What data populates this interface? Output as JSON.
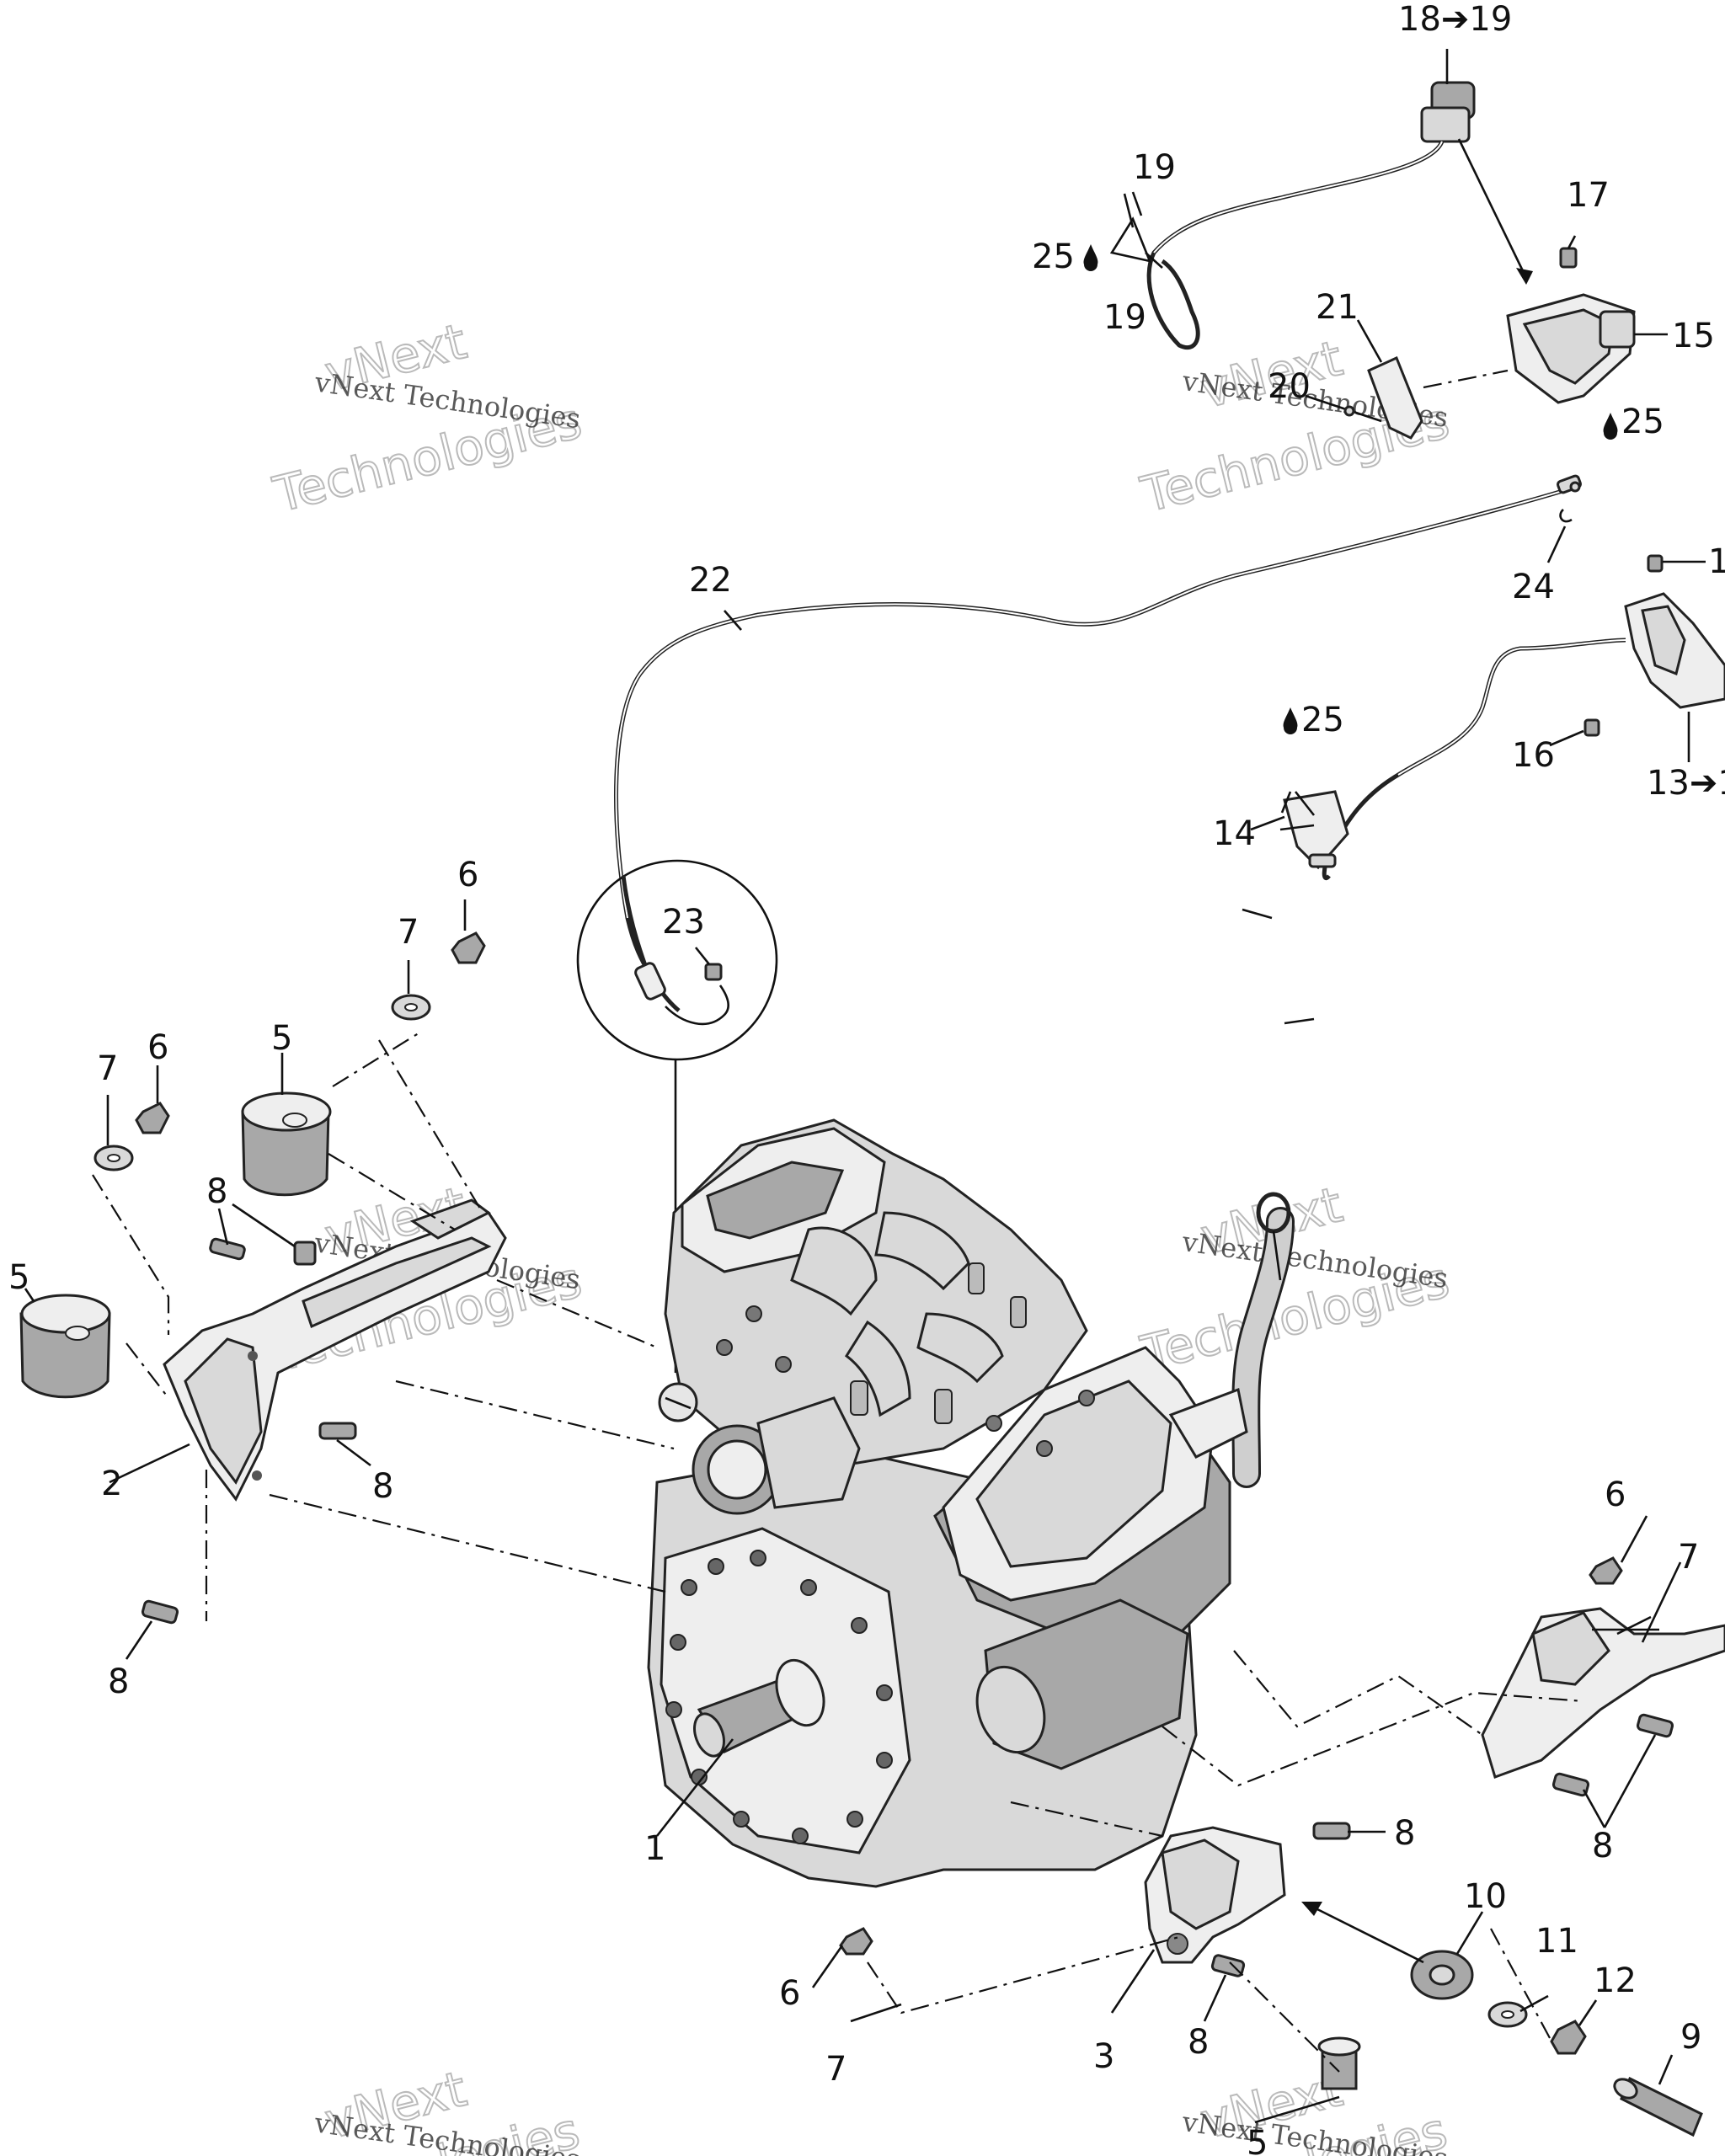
{
  "diagram": {
    "labels": [
      {
        "id": "1",
        "text": "1"
      },
      {
        "id": "2",
        "text": "2"
      },
      {
        "id": "3",
        "text": "3"
      },
      {
        "id": "5a",
        "text": "5"
      },
      {
        "id": "5b",
        "text": "5"
      },
      {
        "id": "5c",
        "text": "5"
      },
      {
        "id": "6a",
        "text": "6"
      },
      {
        "id": "6b",
        "text": "6"
      },
      {
        "id": "6c",
        "text": "6"
      },
      {
        "id": "6d",
        "text": "6"
      },
      {
        "id": "7a",
        "text": "7"
      },
      {
        "id": "7b",
        "text": "7"
      },
      {
        "id": "7c",
        "text": "7"
      },
      {
        "id": "7d",
        "text": "7"
      },
      {
        "id": "8a",
        "text": "8"
      },
      {
        "id": "8b",
        "text": "8"
      },
      {
        "id": "8c",
        "text": "8"
      },
      {
        "id": "8d",
        "text": "8"
      },
      {
        "id": "8e",
        "text": "8"
      },
      {
        "id": "8f",
        "text": "8"
      },
      {
        "id": "9",
        "text": "9"
      },
      {
        "id": "10",
        "text": "10"
      },
      {
        "id": "11",
        "text": "11"
      },
      {
        "id": "12",
        "text": "12"
      },
      {
        "id": "13",
        "text": "13➔1"
      },
      {
        "id": "14",
        "text": "14"
      },
      {
        "id": "15",
        "text": "15"
      },
      {
        "id": "16",
        "text": "16"
      },
      {
        "id": "17",
        "text": "17"
      },
      {
        "id": "18",
        "text": "18➔19"
      },
      {
        "id": "19a",
        "text": "19"
      },
      {
        "id": "19b",
        "text": "19"
      },
      {
        "id": "20",
        "text": "20"
      },
      {
        "id": "21",
        "text": "21"
      },
      {
        "id": "22",
        "text": "22"
      },
      {
        "id": "23",
        "text": "23"
      },
      {
        "id": "24",
        "text": "24"
      },
      {
        "id": "25a",
        "text": "25"
      },
      {
        "id": "25b",
        "text": "25"
      },
      {
        "id": "25c",
        "text": "25"
      },
      {
        "id": "1b",
        "text": "1"
      }
    ],
    "watermark": {
      "line1": "vNext Technologies",
      "line2a": "vNext",
      "line2b": "Technologies"
    }
  }
}
